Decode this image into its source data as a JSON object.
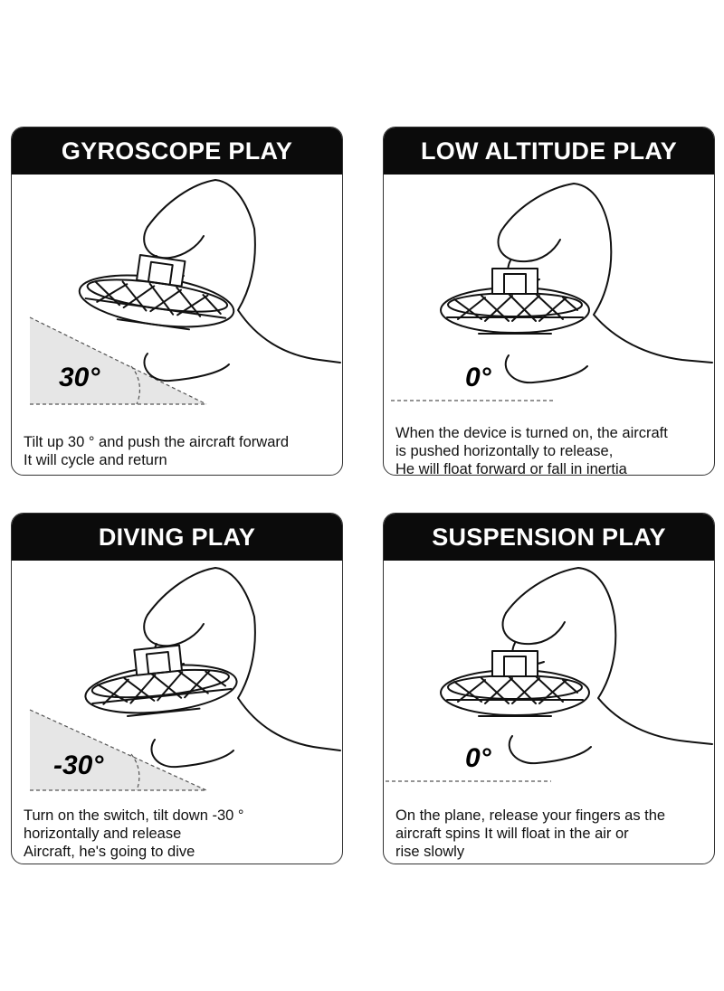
{
  "panels": [
    {
      "title": "GYROSCOPE PLAY",
      "angle": "30°",
      "description": [
        "Tilt up 30 ° and push the aircraft forward",
        "It will cycle and return"
      ]
    },
    {
      "title": "LOW ALTITUDE PLAY",
      "angle": "0°",
      "description": [
        "When the device is turned on, the aircraft",
        "is pushed horizontally to release,",
        "He will float forward or fall in inertia"
      ]
    },
    {
      "title": "DIVING PLAY",
      "angle": "-30°",
      "description": [
        "Turn on the switch, tilt down -30 °",
        "horizontally and release",
        "Aircraft, he's going to dive"
      ]
    },
    {
      "title": "SUSPENSION PLAY",
      "angle": "0°",
      "description": [
        "On the plane, release your fingers as the",
        "aircraft spins It will float in the air or",
        "rise slowly"
      ]
    }
  ],
  "icons": [
    "hand-holding-spinner-icon",
    "flying-spinner-icon",
    "angle-wedge-icon"
  ]
}
